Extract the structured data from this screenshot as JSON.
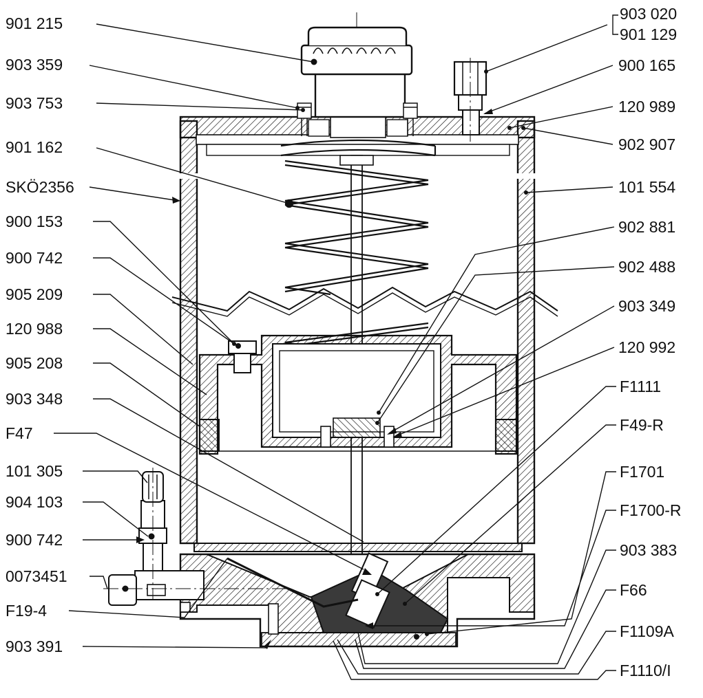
{
  "labels_left": [
    {
      "id": "901-215",
      "text": "901 215"
    },
    {
      "id": "903-359",
      "text": "903 359"
    },
    {
      "id": "903-753",
      "text": "903 753"
    },
    {
      "id": "901-162",
      "text": "901 162"
    },
    {
      "id": "sko2356",
      "text": "SKÖ2356"
    },
    {
      "id": "900-153",
      "text": "900 153"
    },
    {
      "id": "900-742-a",
      "text": "900 742"
    },
    {
      "id": "905-209",
      "text": "905 209"
    },
    {
      "id": "120-988",
      "text": "120 988"
    },
    {
      "id": "905-208",
      "text": "905 208"
    },
    {
      "id": "903-348",
      "text": "903 348"
    },
    {
      "id": "f47",
      "text": "F47"
    },
    {
      "id": "101-305",
      "text": "101 305"
    },
    {
      "id": "904-103",
      "text": "904 103"
    },
    {
      "id": "900-742-b",
      "text": "900 742"
    },
    {
      "id": "0073451",
      "text": "0073451"
    },
    {
      "id": "f19-4",
      "text": "F19-4"
    },
    {
      "id": "903-391",
      "text": "903 391"
    }
  ],
  "labels_right": [
    {
      "id": "903-020",
      "text": "903 020"
    },
    {
      "id": "901-129",
      "text": "901 129"
    },
    {
      "id": "900-165",
      "text": "900 165"
    },
    {
      "id": "120-989",
      "text": "120 989"
    },
    {
      "id": "902-907",
      "text": "902 907"
    },
    {
      "id": "101-554",
      "text": "101 554"
    },
    {
      "id": "902-881",
      "text": "902 881"
    },
    {
      "id": "902-488",
      "text": "902 488"
    },
    {
      "id": "903-349",
      "text": "903 349"
    },
    {
      "id": "120-992",
      "text": "120 992"
    },
    {
      "id": "f1111",
      "text": "F1111"
    },
    {
      "id": "f49-r",
      "text": "F49-R"
    },
    {
      "id": "f1701",
      "text": "F1701"
    },
    {
      "id": "f1700-r",
      "text": "F1700-R"
    },
    {
      "id": "903-383",
      "text": "903 383"
    },
    {
      "id": "f66",
      "text": "F66"
    },
    {
      "id": "f1109a",
      "text": "F1109A"
    },
    {
      "id": "f1110-i",
      "text": "F1110/I"
    }
  ]
}
